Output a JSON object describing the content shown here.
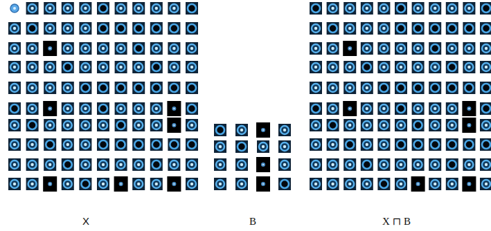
{
  "diagram": {
    "labels": [
      "X",
      "B",
      "X ⊓ B"
    ]
  }
}
